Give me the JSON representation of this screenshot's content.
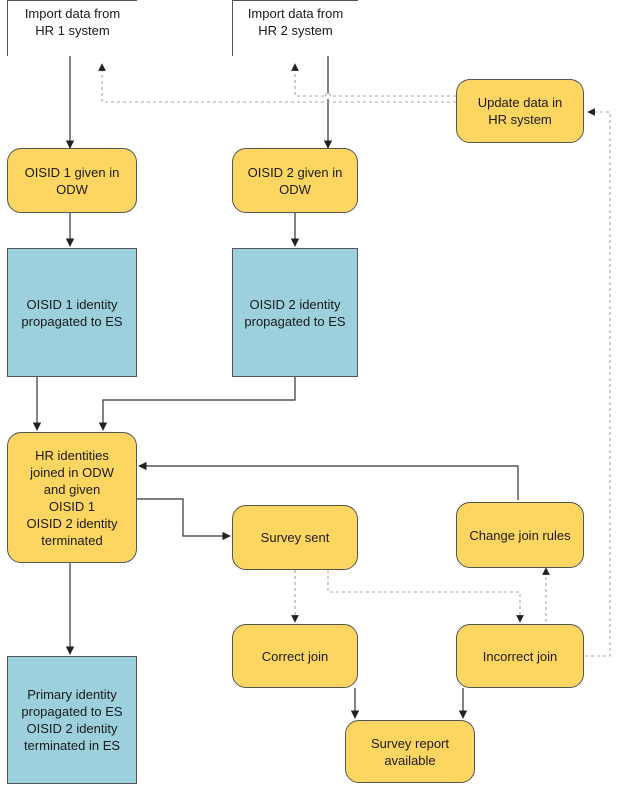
{
  "nodes": {
    "import_hr1": "Import data from\nHR 1 system",
    "import_hr2": "Import data from\nHR 2 system",
    "update_hr": "Update data in\nHR system",
    "oisid1_given": "OISID 1 given in\nODW",
    "oisid2_given": "OISID 2 given in\nODW",
    "oisid1_es": "OISID 1 identity\npropagated to ES",
    "oisid2_es": "OISID 2 identity\npropagated to ES",
    "hr_joined": "HR identities\njoined in ODW\nand given\nOISID 1\nOISID 2 identity\nterminated",
    "survey_sent": "Survey sent",
    "change_rules": "Change join rules",
    "correct_join": "Correct join",
    "incorrect_join": "Incorrect join",
    "primary_es": "Primary identity\npropagated to ES\nOISID 2 identity\nterminated in ES",
    "survey_report": "Survey report\navailable"
  },
  "colors": {
    "rounded_fill": "#fdd662",
    "process_fill": "#9bd0dc",
    "document_fill": "#ffffff",
    "solid_line": "#333333",
    "dashed_line": "#a6a6a6"
  }
}
